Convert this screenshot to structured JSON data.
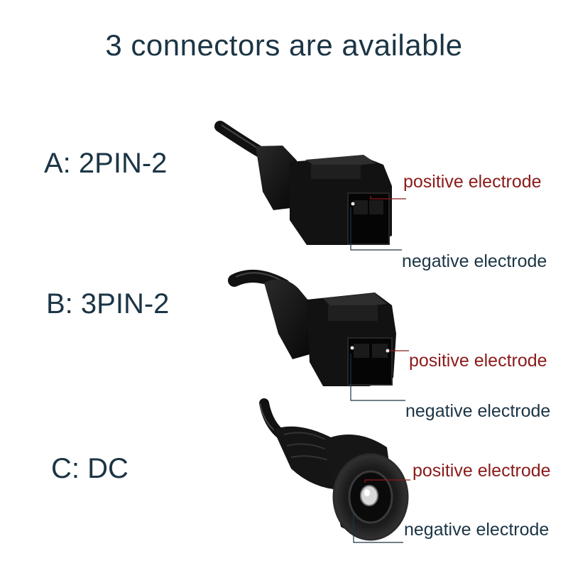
{
  "title": "3 connectors are available",
  "connectors": [
    {
      "label": "A: 2PIN-2",
      "positive": "positive electrode",
      "negative": "negative electrode"
    },
    {
      "label": "B: 3PIN-2",
      "positive": "positive electrode",
      "negative": "negative electrode"
    },
    {
      "label": "C: DC",
      "positive": "positive electrode",
      "negative": "negative electrode"
    }
  ],
  "colors": {
    "title": "#1b3545",
    "positive": "#8b1a1a",
    "negative": "#1b3545",
    "plastic": "#111111"
  }
}
